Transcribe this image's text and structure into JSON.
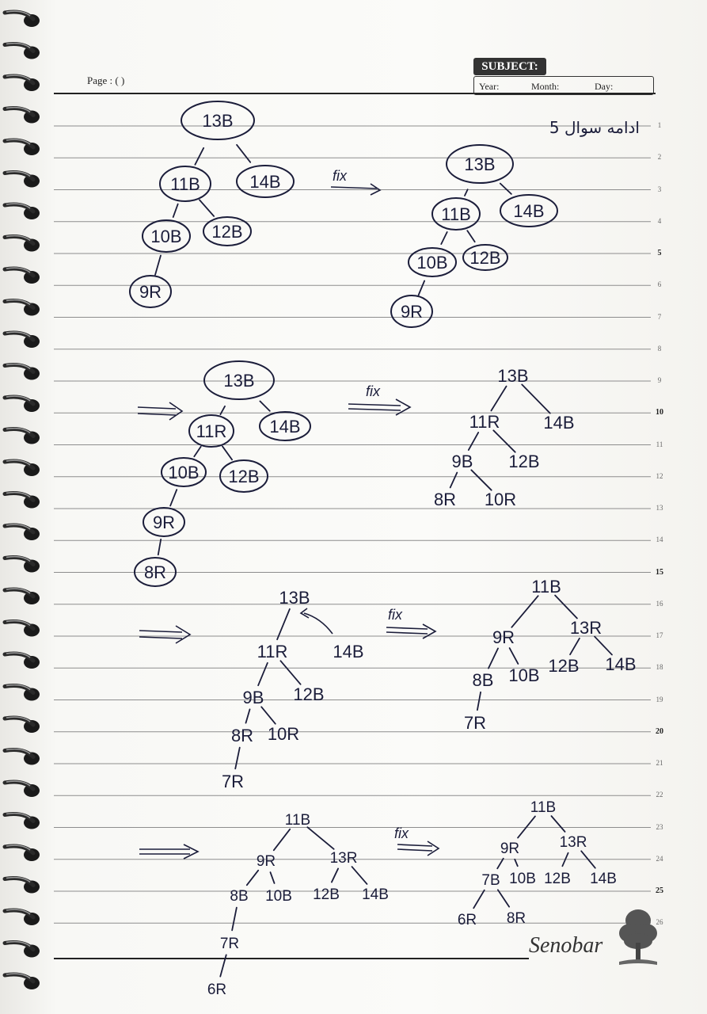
{
  "header": {
    "page_label": "Page : (        )",
    "subject_label": "SUBJECT:",
    "year_label": "Year:",
    "month_label": "Month:",
    "day_label": "Day:"
  },
  "brand": "Senobar",
  "line_numbers": [
    "1",
    "2",
    "3",
    "4",
    "5",
    "6",
    "7",
    "8",
    "9",
    "10",
    "11",
    "12",
    "13",
    "14",
    "15",
    "16",
    "17",
    "18",
    "19",
    "20",
    "21",
    "22",
    "23",
    "24",
    "25",
    "26"
  ],
  "title_note": "ادامه سوال 5",
  "colors": {
    "ink": "#1b1d3a",
    "ruled": "#8d8d8d",
    "paper": "#fbfbf9"
  },
  "arrow_label": "fix",
  "trees": [
    {
      "id": "t1",
      "nodes": [
        {
          "label": "13B",
          "circled": true
        },
        {
          "label": "11B",
          "circled": true
        },
        {
          "label": "14B",
          "circled": true
        },
        {
          "label": "10B",
          "circled": true
        },
        {
          "label": "12B",
          "circled": true
        },
        {
          "label": "9R",
          "circled": true
        }
      ]
    },
    {
      "id": "t2",
      "nodes": [
        {
          "label": "13B",
          "circled": true
        },
        {
          "label": "11B",
          "circled": true
        },
        {
          "label": "14B",
          "circled": true
        },
        {
          "label": "10B",
          "circled": true
        },
        {
          "label": "12B",
          "circled": true
        },
        {
          "label": "9R",
          "circled": true
        }
      ]
    },
    {
      "id": "t3",
      "nodes": [
        {
          "label": "13B",
          "circled": true
        },
        {
          "label": "11R",
          "circled": true
        },
        {
          "label": "14B",
          "circled": true
        },
        {
          "label": "10B",
          "circled": true
        },
        {
          "label": "12B",
          "circled": true
        },
        {
          "label": "9R",
          "circled": true
        },
        {
          "label": "8R",
          "circled": true
        }
      ]
    },
    {
      "id": "t4",
      "nodes": [
        {
          "label": "13B"
        },
        {
          "label": "11R"
        },
        {
          "label": "14B"
        },
        {
          "label": "9B"
        },
        {
          "label": "12B"
        },
        {
          "label": "8R"
        },
        {
          "label": "10R"
        }
      ]
    },
    {
      "id": "t5",
      "nodes": [
        {
          "label": "13B"
        },
        {
          "label": "11R"
        },
        {
          "label": "14B"
        },
        {
          "label": "9B"
        },
        {
          "label": "12B"
        },
        {
          "label": "8R"
        },
        {
          "label": "10R"
        },
        {
          "label": "7R"
        }
      ]
    },
    {
      "id": "t6",
      "nodes": [
        {
          "label": "11B"
        },
        {
          "label": "9R"
        },
        {
          "label": "13R"
        },
        {
          "label": "8B"
        },
        {
          "label": "10B"
        },
        {
          "label": "12B"
        },
        {
          "label": "14B"
        },
        {
          "label": "7R"
        }
      ]
    },
    {
      "id": "t7",
      "nodes": [
        {
          "label": "11B"
        },
        {
          "label": "9R"
        },
        {
          "label": "13R"
        },
        {
          "label": "8B"
        },
        {
          "label": "10B"
        },
        {
          "label": "12B"
        },
        {
          "label": "14B"
        },
        {
          "label": "7R"
        },
        {
          "label": "6R"
        }
      ]
    },
    {
      "id": "t8",
      "nodes": [
        {
          "label": "11B"
        },
        {
          "label": "9R"
        },
        {
          "label": "13R"
        },
        {
          "label": "7B"
        },
        {
          "label": "10B"
        },
        {
          "label": "12B"
        },
        {
          "label": "14B"
        },
        {
          "label": "6R"
        },
        {
          "label": "8R"
        }
      ]
    }
  ]
}
